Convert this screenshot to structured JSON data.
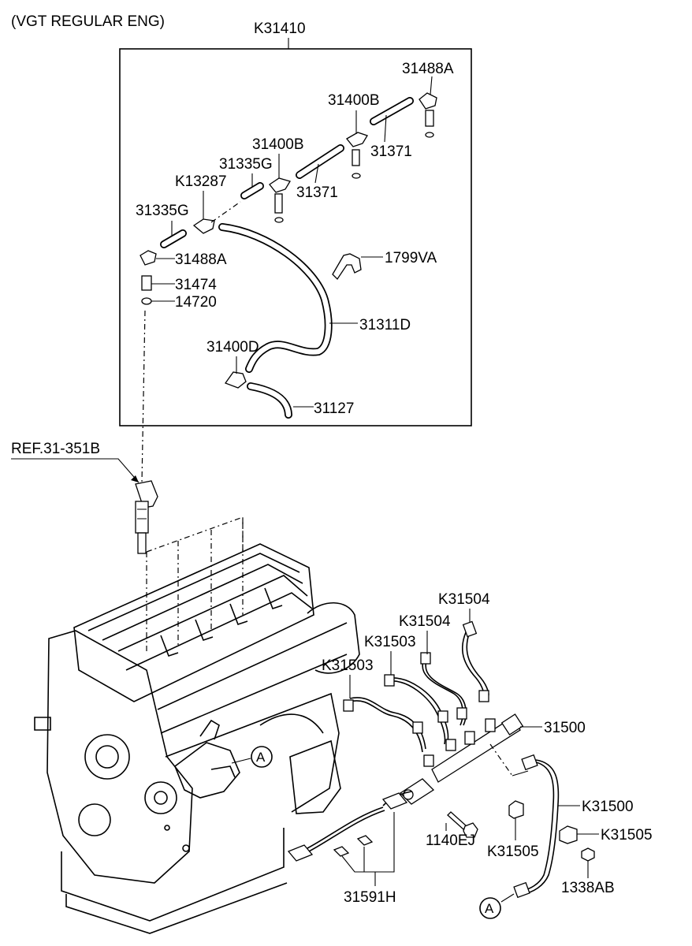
{
  "header": {
    "title": "(VGT REGULAR ENG)"
  },
  "assembly": {
    "code": "K31410"
  },
  "ref": {
    "label": "REF.31-351B"
  },
  "circle_marker": "A",
  "labels": {
    "p31488A_top": "31488A",
    "p31400B_a": "31400B",
    "p31400B_b": "31400B",
    "p31371_a": "31371",
    "p31371_b": "31371",
    "p31335G_a": "31335G",
    "p31335G_b": "31335G",
    "pK13287": "K13287",
    "p31488A_left": "31488A",
    "p31474": "31474",
    "p14720": "14720",
    "p1799VA": "1799VA",
    "p31311D": "31311D",
    "p31400D": "31400D",
    "p31127": "31127",
    "pK31504_a": "K31504",
    "pK31504_b": "K31504",
    "pK31503_a": "K31503",
    "pK31503_b": "K31503",
    "p31500": "31500",
    "pK31500": "K31500",
    "pK31505_a": "K31505",
    "pK31505_b": "K31505",
    "p1140EJ": "1140EJ",
    "p1338AB": "1338AB",
    "p31591H": "31591H"
  }
}
